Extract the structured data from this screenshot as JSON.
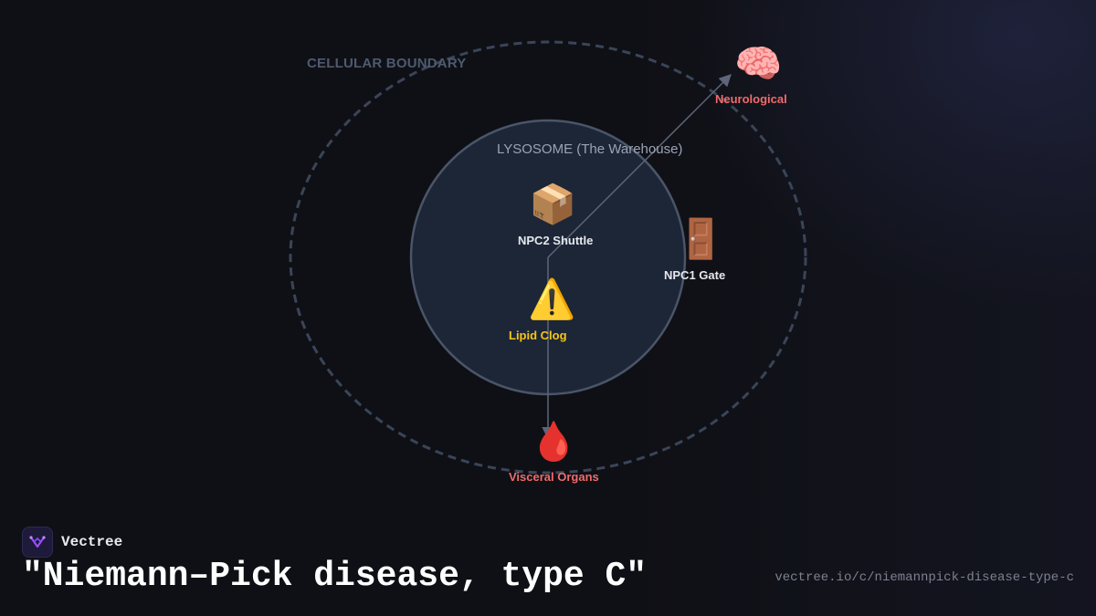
{
  "diagram": {
    "boundary_label": "CELLULAR BOUNDARY",
    "lysosome_label": "LYSOSOME (The Warehouse)",
    "nodes": {
      "npc2": {
        "label": "NPC2 Shuttle",
        "icon": "package-icon",
        "color": "#e6e8ee"
      },
      "npc1": {
        "label": "NPC1 Gate",
        "icon": "door-icon",
        "color": "#e6e8ee"
      },
      "clog": {
        "label": "Lipid Clog",
        "icon": "warning-icon",
        "color": "#f5c518"
      },
      "neuro": {
        "label": "Neurological",
        "icon": "brain-icon",
        "color": "#f06b6b"
      },
      "visceral": {
        "label": "Visceral Organs",
        "icon": "blood-drop-icon",
        "color": "#f06b6b"
      }
    },
    "colors": {
      "boundary": "#3a4558",
      "lysosome_fill": "#1d2637",
      "lysosome_stroke": "#4a5568",
      "connector": "#5d6678"
    }
  },
  "footer": {
    "brand": "Vectree",
    "title": "\"Niemann–Pick disease, type C\"",
    "url": "vectree.io/c/niemannpick-disease-type-c"
  }
}
